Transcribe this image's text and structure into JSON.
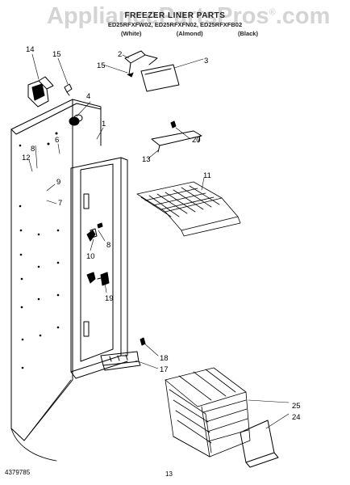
{
  "watermark": {
    "text": "AppliancePartsPros",
    "suffix": ".com",
    "registered": "®"
  },
  "header": {
    "title": "FREEZER LINER PARTS",
    "models": "ED25RFXFW02, ED25RFXFN02, ED25RFXFB02",
    "colors": [
      "(White)",
      "(Almond)",
      "(Black)"
    ]
  },
  "callouts": [
    "14",
    "15",
    "2",
    "15",
    "3",
    "4",
    "1",
    "6",
    "8",
    "12",
    "9",
    "7",
    "20",
    "13",
    "11",
    "8",
    "10",
    "19",
    "18",
    "17",
    "25",
    "24"
  ],
  "footer": {
    "part_number": "4379785",
    "page": "13"
  }
}
